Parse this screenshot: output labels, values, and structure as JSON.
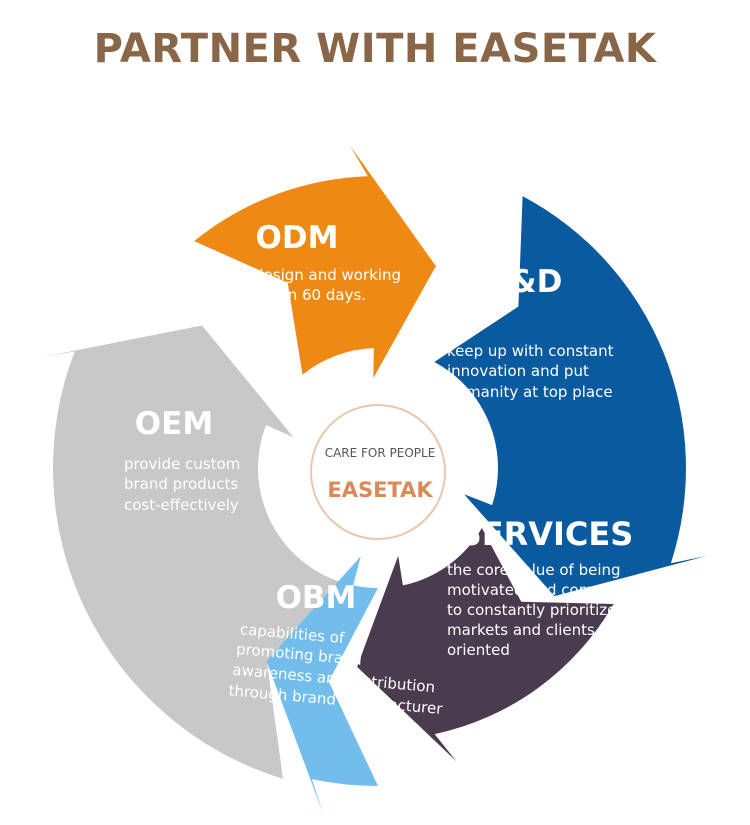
{
  "title": "PARTNER WITH EASETAK",
  "colors": {
    "title": "#8a6648",
    "odm": "#c8c8c8",
    "rd": "#ee8a14",
    "services": "#0a5aa0",
    "obm": "#4a3b4e",
    "oem": "#72bdec",
    "center_ring": "#e8c8ad",
    "center_brand": "#d98a58",
    "center_tagline": "#555555"
  },
  "center": {
    "tagline": "CARE FOR PEOPLE",
    "brand": "EASETAK"
  },
  "segments": {
    "odm": {
      "title": "ODM",
      "lines": [
        "custom design and working",
        "feasibilities in 60 days."
      ]
    },
    "rd": {
      "title": "R&D",
      "lines": [
        "keep up with constant",
        "innovation and put",
        "humanity at top place"
      ]
    },
    "services": {
      "title": "SERVICES",
      "lines": [
        "the core value of being",
        "motivated and committed",
        "to constantly prioritize",
        "markets and clients",
        "oriented"
      ]
    },
    "obm": {
      "title": "OBM",
      "lines": [
        "capabilities of",
        "promoting brand",
        "awareness and distribution",
        "through brand manufacturer"
      ]
    },
    "oem": {
      "title": "OEM",
      "lines": [
        "provide custom",
        "brand products",
        "cost-effectively"
      ]
    }
  }
}
